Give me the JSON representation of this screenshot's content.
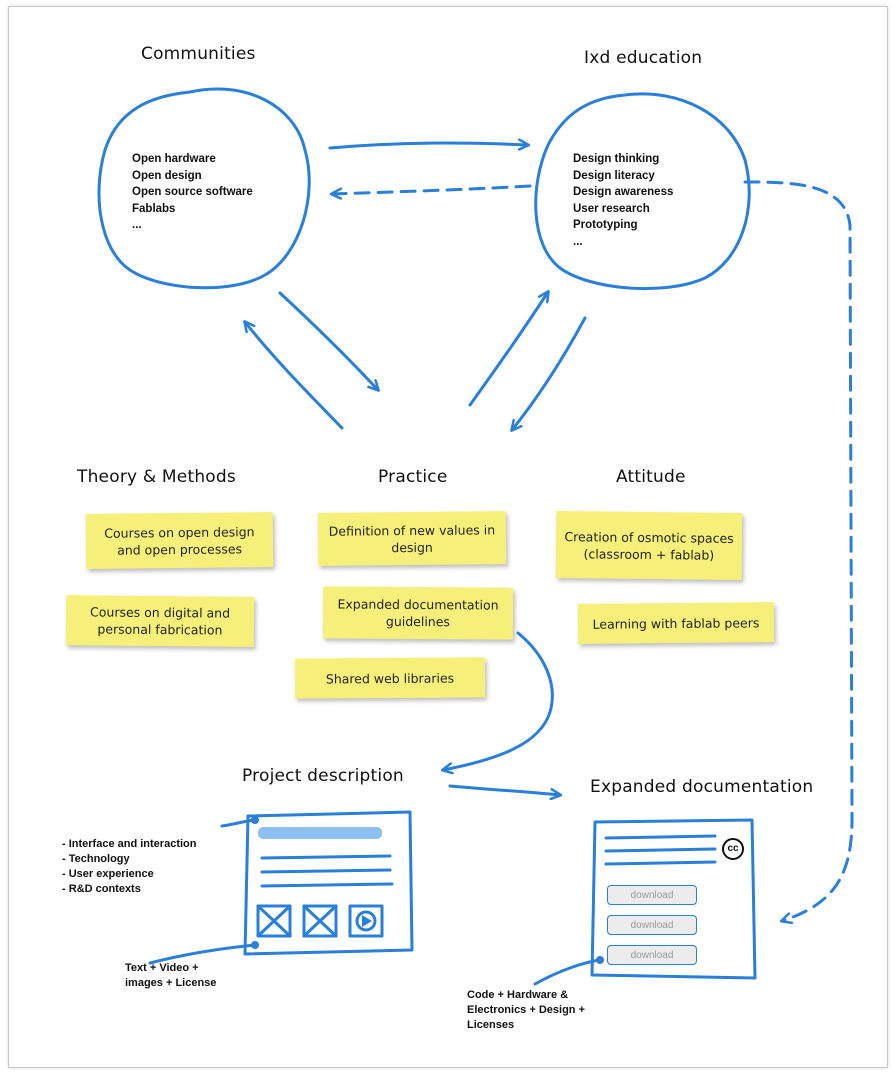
{
  "titles": {
    "communities": "Communities",
    "ixd_education": "Ixd education",
    "theory_methods": "Theory & Methods",
    "practice": "Practice",
    "attitude": "Attitude",
    "project_description": "Project description",
    "expanded_documentation": "Expanded documentation"
  },
  "communities_items": [
    "Open hardware",
    "Open design",
    "Open source software",
    "Fablabs",
    "..."
  ],
  "ixd_items": [
    "Design thinking",
    "Design literacy",
    "Design awareness",
    "User research",
    "Prototyping",
    "..."
  ],
  "notes": {
    "courses_open_design": "Courses on open design and open processes",
    "courses_digital_fab": "Courses on digital and personal fabrication",
    "new_values": "Definition of new values in design",
    "doc_guidelines": "Expanded documentation guidelines",
    "shared_libraries": "Shared web libraries",
    "osmotic_spaces": "Creation of osmotic spaces (classroom + fablab)",
    "fablab_peers": "Learning with fablab peers"
  },
  "project_topics": [
    "- Interface and interaction",
    "- Technology",
    "- User experience",
    "- R&D contexts"
  ],
  "project_media": [
    "Text + Video +",
    "images + License"
  ],
  "doc_contents": [
    "Code + Hardware &",
    "Electronics + Design +",
    "Licenses"
  ],
  "download_labels": [
    "download",
    "download",
    "download"
  ],
  "cc_badge": "cc",
  "colors": {
    "stroke": "#2a7fd8",
    "sticky": "#f6f07a"
  }
}
